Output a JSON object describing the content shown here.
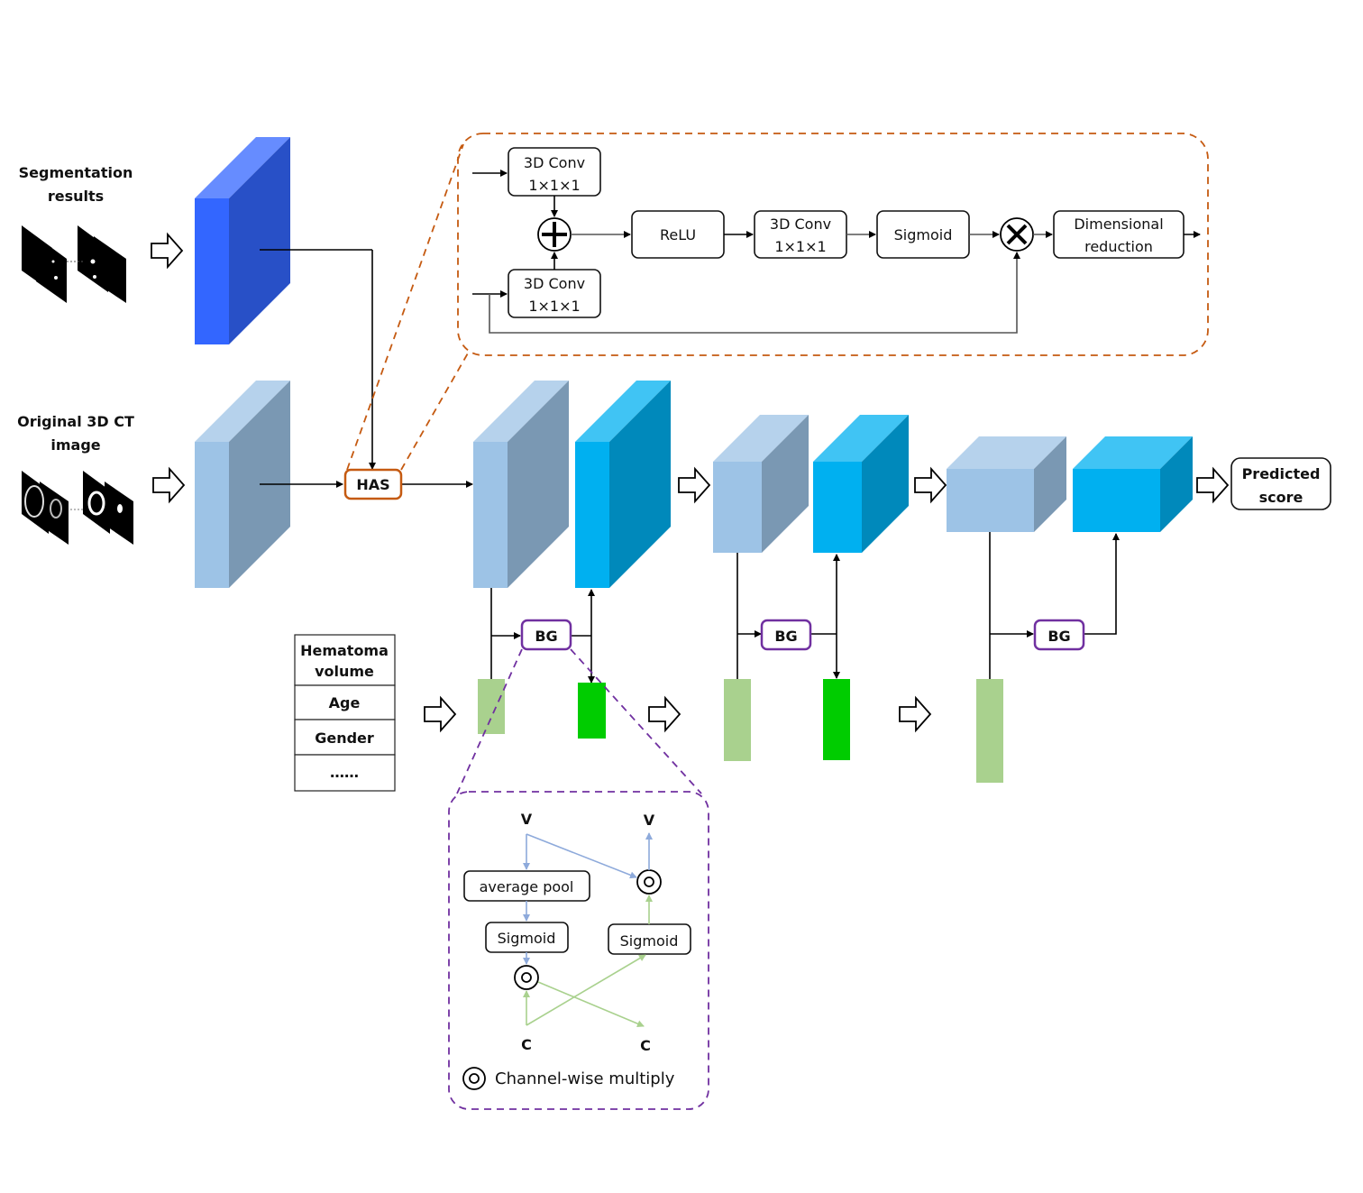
{
  "inputs": {
    "segmentation_label": [
      "Segmentation",
      "results"
    ],
    "ct_label": [
      "Original  3D CT",
      "image"
    ]
  },
  "has_module": {
    "label": "HAS",
    "blocks": {
      "conv_top": [
        "3D Conv",
        "1×1×1"
      ],
      "conv_bottom": [
        "3D Conv",
        "1×1×1"
      ],
      "relu": "ReLU",
      "conv_mid": [
        "3D Conv",
        "1×1×1"
      ],
      "sigmoid": "Sigmoid",
      "dim_reduction": [
        "Dimensional",
        "reduction"
      ]
    },
    "add_symbol": "plus",
    "multiply_symbol": "times"
  },
  "bg_module": {
    "label": "BG",
    "detail": {
      "v_in": "V",
      "v_out": "V",
      "c_in": "C",
      "c_out": "C",
      "avg_pool": "average pool",
      "sigmoid_left": "Sigmoid",
      "sigmoid_right": "Sigmoid",
      "legend": "Channel-wise multiply"
    }
  },
  "clinical_table": {
    "rows": [
      [
        "Hematoma",
        "volume"
      ],
      [
        "Age"
      ],
      [
        "Gender"
      ],
      [
        "……"
      ]
    ]
  },
  "output": {
    "label": [
      "Predicted",
      "score"
    ]
  },
  "colors": {
    "seg_block": "#3366ff",
    "ct_block": "#9dc3e6",
    "feature_block": "#00b0f0",
    "clinical_light": "#a9d18e",
    "clinical_dark": "#00cc00",
    "has_accent": "#c55a11",
    "bg_accent": "#7030a0"
  }
}
